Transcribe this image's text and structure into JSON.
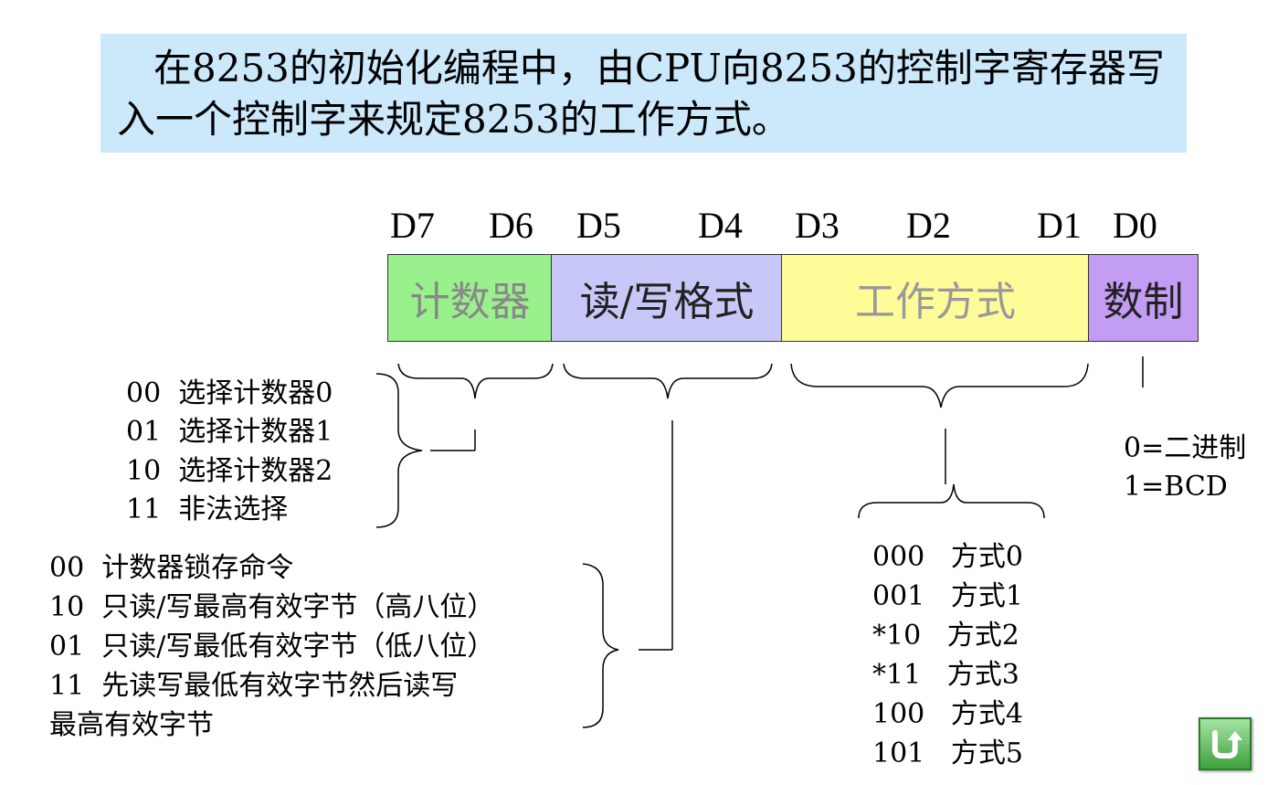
{
  "intro": {
    "text": "在8253的初始化编程中，由CPU向8253的控制字寄存器写入一个控制字来规定8253的工作方式。"
  },
  "bits": [
    "D7",
    "D6",
    "D5",
    "D4",
    "D3",
    "D2",
    "D1",
    "D0"
  ],
  "fields": {
    "counter": "计数器",
    "rw": "读/写格式",
    "mode": "工作方式",
    "radix": "数制"
  },
  "counter_select": [
    "00  选择计数器0",
    "01  选择计数器1",
    "10  选择计数器2",
    "11  非法选择"
  ],
  "rw_format": [
    "00  计数器锁存命令",
    "10  只读/写最高有效字节（高八位）",
    "01  只读/写最低有效字节（低八位）",
    "11  先读写最低有效字节然后读写",
    "最高有效字节"
  ],
  "modes": [
    "000   方式0",
    "001   方式1",
    "*10   方式2",
    "*11   方式3",
    "100   方式4",
    "101   方式5"
  ],
  "radix_desc": [
    "0=二进制",
    "1=BCD"
  ],
  "colors": {
    "intro_bg": "#cce8fb",
    "counter": "#99f08d",
    "rw": "#c8c8f8",
    "mode": "#fdfc99",
    "radix": "#c39cf3",
    "back_button": "#3ea23e"
  },
  "icons": {
    "back": "return-arrow-icon"
  }
}
